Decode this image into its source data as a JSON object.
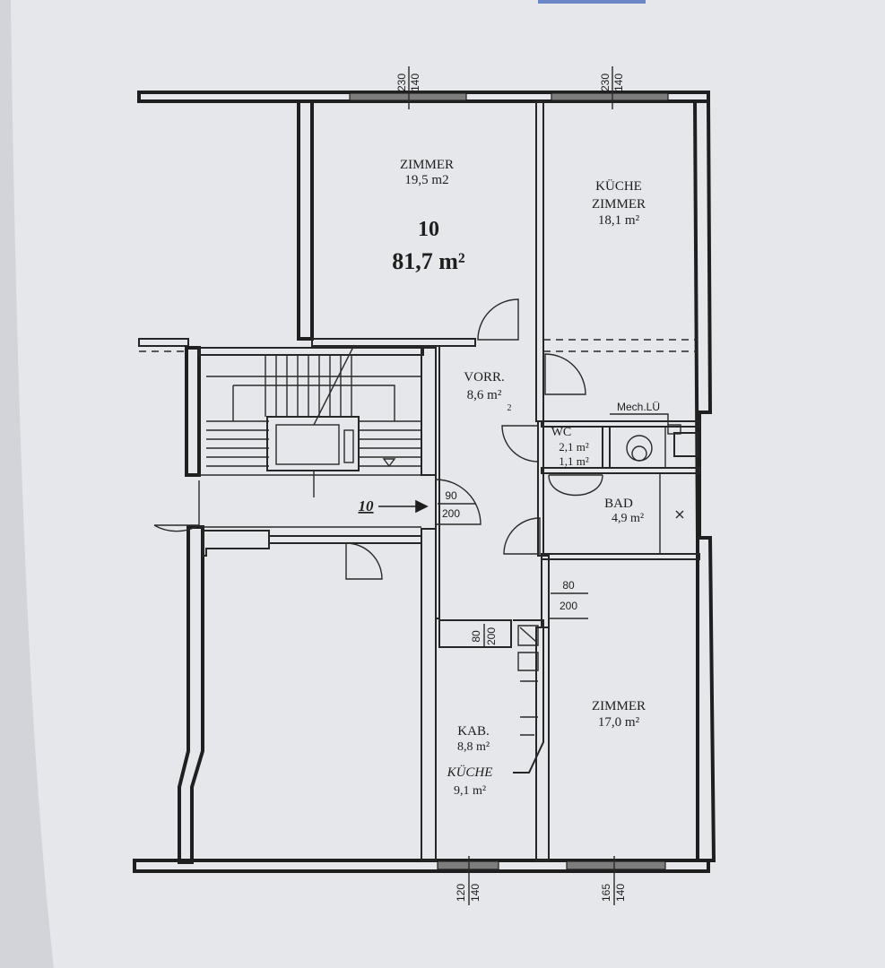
{
  "unit": {
    "number": "10",
    "area": "81,7 m²",
    "entrance_label": "10"
  },
  "rooms": {
    "zimmer_top": {
      "name": "ZIMMER",
      "area": "19,5 m2"
    },
    "kueche_zimmer": {
      "name1": "KÜCHE",
      "name2": "ZIMMER",
      "area": "18,1 m²"
    },
    "vorraum": {
      "name": "VORR.",
      "area": "8,6 m²",
      "note": "2"
    },
    "wc": {
      "name": "WC",
      "area1": "2,1 m²",
      "area2": "1,1 m²"
    },
    "bad": {
      "name": "BAD",
      "area": "4,9 m²"
    },
    "zimmer_bottom": {
      "name": "ZIMMER",
      "area": "17,0 m²"
    },
    "kabinett": {
      "name": "KAB.",
      "area": "8,8 m²",
      "name2": "KÜCHE",
      "area2": "9,1 m²"
    }
  },
  "annotations": {
    "mech_lue": "Mech.LÜ"
  },
  "dimensions": {
    "top_left": {
      "h": "230",
      "w": "140"
    },
    "top_right": {
      "h": "230",
      "w": "140"
    },
    "entry_door": {
      "w": "90",
      "h": "200"
    },
    "room_door": {
      "w": "80",
      "h": "200"
    },
    "kab_door": {
      "w": "80",
      "h": "200"
    },
    "bottom_left": {
      "h": "120",
      "w": "140"
    },
    "bottom_right": {
      "h": "165",
      "w": "140"
    }
  }
}
